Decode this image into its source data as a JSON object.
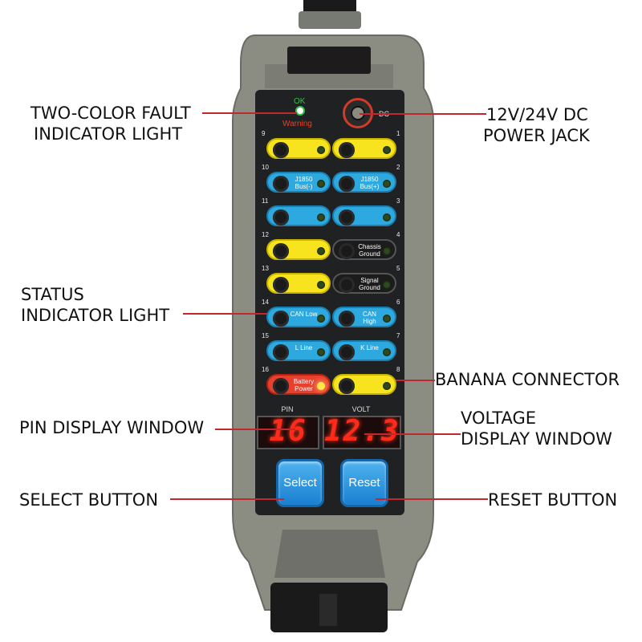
{
  "callouts": {
    "fault_light_1": "TWO-COLOR FAULT",
    "fault_light_2": "INDICATOR LIGHT",
    "power_jack_1": "12V/24V DC",
    "power_jack_2": "POWER JACK",
    "status_1": "STATUS",
    "status_2": "INDICATOR LIGHT",
    "banana": "BANANA CONNECTOR",
    "pin_window": "PIN DISPLAY WINDOW",
    "volt_window_1": "VOLTAGE",
    "volt_window_2": "DISPLAY WINDOW",
    "select_button": "SELECT BUTTON",
    "reset_button": "RESET BUTTON"
  },
  "device": {
    "ok_label": "OK",
    "warning_label": "Warning",
    "dc_label": "DC",
    "left_pins": [
      {
        "num": "9",
        "label": "",
        "color": "yellow"
      },
      {
        "num": "10",
        "label": "J1850 Bus(-)",
        "color": "blue"
      },
      {
        "num": "11",
        "label": "",
        "color": "blue"
      },
      {
        "num": "12",
        "label": "",
        "color": "yellow"
      },
      {
        "num": "13",
        "label": "",
        "color": "yellow"
      },
      {
        "num": "14",
        "label": "CAN Low",
        "color": "blue"
      },
      {
        "num": "15",
        "label": "L Line",
        "color": "blue"
      },
      {
        "num": "16",
        "label": "Battery Power",
        "color": "red"
      }
    ],
    "right_pins": [
      {
        "num": "1",
        "label": "",
        "color": "yellow"
      },
      {
        "num": "2",
        "label": "J1850 Bus(+)",
        "color": "blue"
      },
      {
        "num": "3",
        "label": "",
        "color": "blue"
      },
      {
        "num": "4",
        "label": "Chassis Ground",
        "color": "black"
      },
      {
        "num": "5",
        "label": "Signal Ground",
        "color": "black"
      },
      {
        "num": "6",
        "label": "CAN High",
        "color": "blue"
      },
      {
        "num": "7",
        "label": "K Line",
        "color": "blue"
      },
      {
        "num": "8",
        "label": "",
        "color": "yellow"
      }
    ],
    "pin_caption": "PIN",
    "volt_caption": "VOLT",
    "pin_value": "16",
    "volt_value": "12.3",
    "select_label": "Select",
    "reset_label": "Reset",
    "colors": {
      "yellow": "#f7e41e",
      "blue": "#2ea9e0",
      "black": "#1c1c1c",
      "red": "#e8402e",
      "segment": "#ff2a1a",
      "housing": "#8a8a80",
      "face": "#1f2123",
      "callout_line": "#c0282d"
    }
  }
}
